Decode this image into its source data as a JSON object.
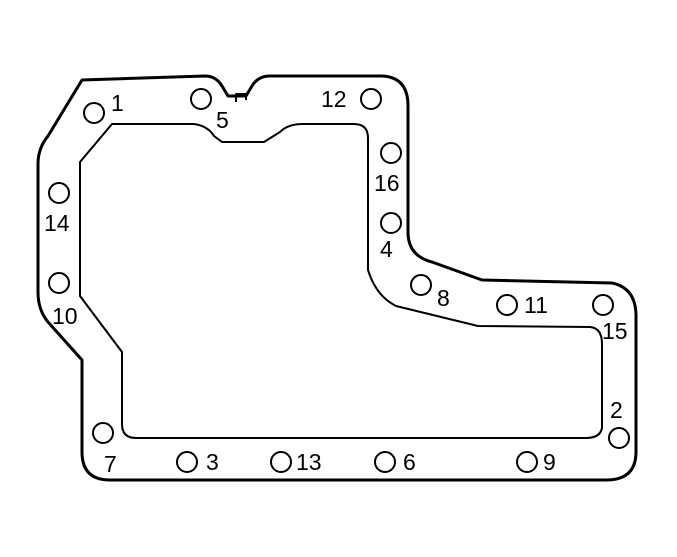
{
  "gasket": {
    "colors": {
      "line": "#000000",
      "background": "#ffffff"
    },
    "bolts": [
      {
        "id": "1",
        "label": "1"
      },
      {
        "id": "5",
        "label": "5"
      },
      {
        "id": "12",
        "label": "12"
      },
      {
        "id": "16",
        "label": "16"
      },
      {
        "id": "4",
        "label": "4"
      },
      {
        "id": "14",
        "label": "14"
      },
      {
        "id": "10",
        "label": "10"
      },
      {
        "id": "8",
        "label": "8"
      },
      {
        "id": "11",
        "label": "11"
      },
      {
        "id": "15",
        "label": "15"
      },
      {
        "id": "2",
        "label": "2"
      },
      {
        "id": "7",
        "label": "7"
      },
      {
        "id": "3",
        "label": "3"
      },
      {
        "id": "13",
        "label": "13"
      },
      {
        "id": "6",
        "label": "6"
      },
      {
        "id": "9",
        "label": "9"
      }
    ]
  }
}
